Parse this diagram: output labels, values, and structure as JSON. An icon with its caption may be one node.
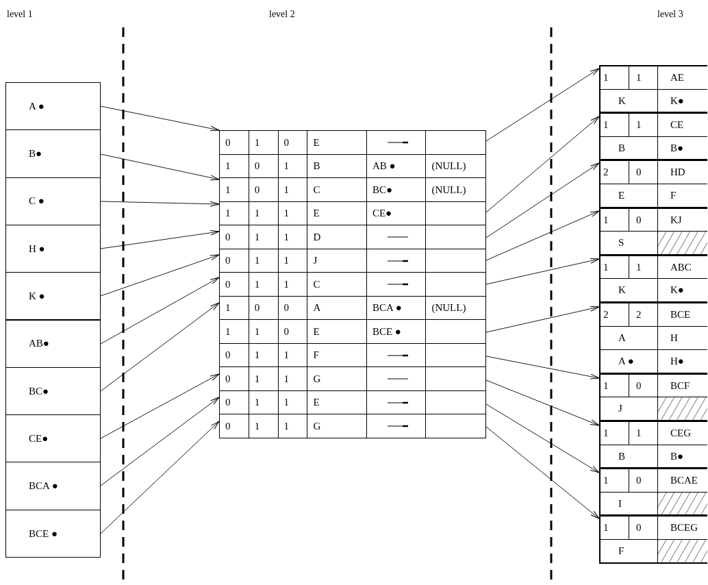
{
  "diagram": {
    "nodes": [
      {
        "text": [
          "A ●"
        ]
      },
      {
        "text": [
          "B●"
        ]
      },
      {
        "text": [
          "C ●"
        ]
      },
      {
        "text": [
          "H ●"
        ]
      },
      {
        "text": [
          "K ●"
        ]
      },
      {
        "text": [
          "AB●"
        ]
      },
      {
        "text": [
          "BC●"
        ]
      },
      {
        "text": [
          "CE●"
        ]
      },
      {
        "text": [
          "BCA ●"
        ]
      },
      {
        "text": [
          "BCE ●"
        ]
      },
      {
        "text": [
          "0",
          "1",
          "0",
          "E"
        ]
      },
      {
        "text": [
          "1",
          "0",
          "1",
          "B",
          "AB ●",
          "(NULL)"
        ]
      },
      {
        "text": [
          "1",
          "0",
          "1",
          "C",
          "BC●",
          "(NULL)"
        ]
      },
      {
        "text": [
          "1",
          "1",
          "1",
          "E",
          "CE●"
        ]
      },
      {
        "text": [
          "0",
          "1",
          "1",
          "D"
        ]
      },
      {
        "text": [
          "0",
          "1",
          "1",
          "J"
        ]
      },
      {
        "text": [
          "0",
          "1",
          "1",
          "C"
        ]
      },
      {
        "text": [
          "1",
          "0",
          "0",
          "A",
          "BCA ●",
          "(NULL)"
        ]
      },
      {
        "text": [
          "1",
          "1",
          "0",
          "E",
          "BCE ●"
        ]
      },
      {
        "text": [
          "0",
          "1",
          "1",
          "F"
        ]
      },
      {
        "text": [
          "0",
          "1",
          "1",
          "G"
        ]
      },
      {
        "text": [
          "0",
          "1",
          "1",
          "E"
        ]
      },
      {
        "text": [
          "0",
          "1",
          "1",
          "G"
        ]
      },
      {
        "text": [
          "1",
          "1",
          "AE",
          "K",
          "K●"
        ]
      },
      {
        "text": [
          "1",
          "1",
          "CE",
          "B",
          "B●"
        ]
      },
      {
        "text": [
          "2",
          "0",
          "HD",
          "E",
          "F"
        ]
      },
      {
        "text": [
          "1",
          "0",
          "KJ",
          "S"
        ]
      },
      {
        "text": [
          "1",
          "1",
          "ABC",
          "K",
          "K●"
        ]
      },
      {
        "text": [
          "2",
          "2",
          "BCE",
          "A",
          "H",
          "A ●",
          "H●"
        ]
      },
      {
        "text": [
          "1",
          "0",
          "BCF",
          "J"
        ]
      },
      {
        "text": [
          "1",
          "1",
          "CEG",
          "B",
          "B●"
        ]
      },
      {
        "text": [
          "1",
          "0",
          "BCAE",
          "I"
        ]
      },
      {
        "text": [
          "1",
          "0",
          "BCEG",
          "F"
        ]
      }
    ],
    "edges": [
      {
        "from": 0,
        "to": 10,
        "arrow": "to"
      },
      {
        "from": 1,
        "to": 12,
        "arrow": "to"
      },
      {
        "from": 2,
        "to": 13,
        "arrow": "to"
      },
      {
        "from": 3,
        "to": 14,
        "arrow": "to"
      },
      {
        "from": 4,
        "to": 15,
        "arrow": "to"
      },
      {
        "from": 5,
        "to": 16,
        "arrow": "to"
      },
      {
        "from": 6,
        "to": 17,
        "arrow": "to"
      },
      {
        "from": 7,
        "to": 20,
        "arrow": "to"
      },
      {
        "from": 8,
        "to": 21,
        "arrow": "to"
      },
      {
        "from": 9,
        "to": 22,
        "arrow": "to"
      },
      {
        "from": 10,
        "to": 23,
        "arrow": "to"
      },
      {
        "from": 13,
        "to": 24,
        "arrow": "to"
      },
      {
        "from": 14,
        "to": 25,
        "arrow": "to"
      },
      {
        "from": 15,
        "to": 26,
        "arrow": "to"
      },
      {
        "from": 16,
        "to": 27,
        "arrow": "to"
      },
      {
        "from": 18,
        "to": 28,
        "arrow": "to"
      },
      {
        "from": 19,
        "to": 29,
        "arrow": "to"
      },
      {
        "from": 20,
        "to": 30,
        "arrow": "to"
      },
      {
        "from": 21,
        "to": 31,
        "arrow": "to"
      },
      {
        "from": 22,
        "to": 32,
        "arrow": "to"
      }
    ],
    "labels": [
      "level 1",
      "level 2",
      "level 3"
    ]
  }
}
